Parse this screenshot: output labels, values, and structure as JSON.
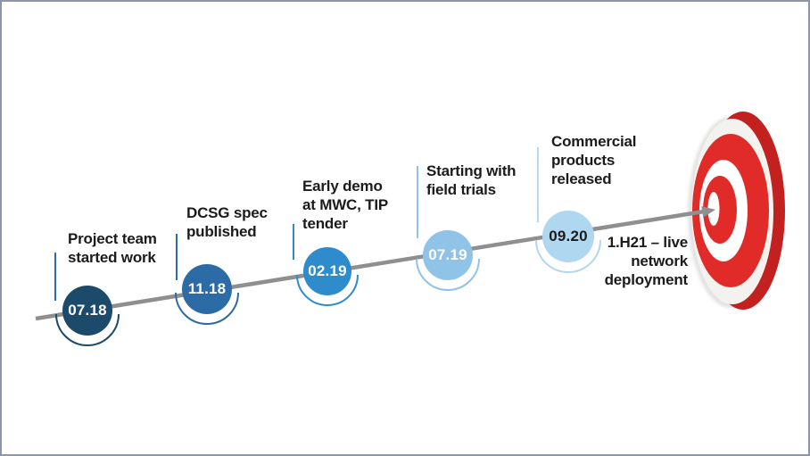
{
  "frame": {
    "border_color": "#8E95A8",
    "background": "#FFFFFF"
  },
  "timeline": {
    "arrow_color": "#8F8F8F",
    "text_color": "#1B1B1B",
    "milestones": [
      {
        "date": "07.18",
        "label": "Project team\nstarted work",
        "color": "#1B4A6B",
        "date_color": "#FFFFFF",
        "tick_color": "#2C6BA5"
      },
      {
        "date": "11.18",
        "label": "DCSG spec\npublished",
        "color": "#2C6BA5",
        "date_color": "#FFFFFF",
        "tick_color": "#2C6BA5"
      },
      {
        "date": "02.19",
        "label": "Early demo\nat MWC, TIP\ntender",
        "color": "#2E8CCC",
        "date_color": "#FFFFFF",
        "tick_color": "#2E8CCC"
      },
      {
        "date": "07.19",
        "label": "Starting with\nfield trials",
        "color": "#8FC3E8",
        "date_color": "#FFFFFF",
        "tick_color": "#8FC3E8"
      },
      {
        "date": "09.20",
        "label": "Commercial\nproducts\nreleased",
        "color": "#AFD7EF",
        "date_color": "#1B1B1B",
        "tick_color": "#B5DAF0"
      }
    ],
    "goal": {
      "label": "1.H21 – live\nnetwork\ndeployment"
    }
  },
  "target": {
    "rim_color": "#C32120",
    "ring_color": "#E02B29",
    "face_color": "#F4F2EF",
    "white_color": "#FFFFFF",
    "shadow_color": "#DFDFDF"
  }
}
